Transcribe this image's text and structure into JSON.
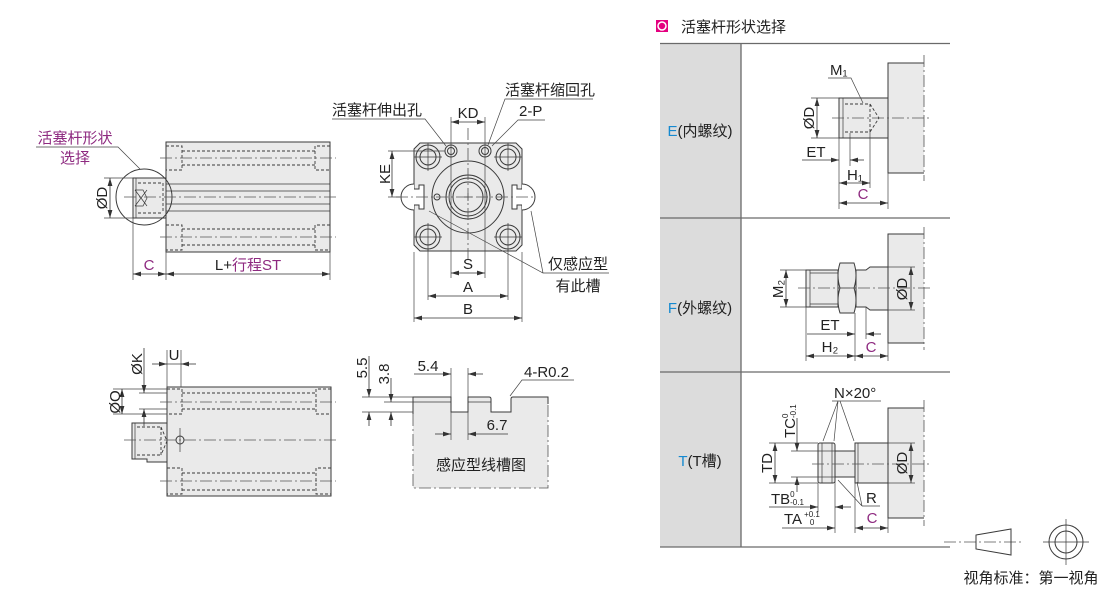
{
  "colors": {
    "accent_purple": "#8e2a80",
    "code_blue": "#1589d0",
    "section_marker": "#e4007f",
    "part_fill": "#eaeaea",
    "table_label_fill": "#dcdcdc"
  },
  "side_view": {
    "callout": [
      "活塞杆形状",
      "选择"
    ],
    "rod_diameter": "ØD",
    "rod_length": "C",
    "body_length": {
      "prefix": "L+",
      "stroke": "行程ST"
    }
  },
  "front_view": {
    "extend_port": "活塞杆伸出孔",
    "retract_port": "活塞杆缩回孔",
    "port_pitch": "KD",
    "port_spec": "2-P",
    "port_offset": "KE",
    "inner_pitch": "S",
    "mount_pitch": "A",
    "body_width": "B",
    "sensor_note": [
      "仅感应型",
      "有此槽"
    ]
  },
  "bottom_view": {
    "port_diameter": "ØK",
    "counterbore": "ØQ",
    "port_position": "U"
  },
  "sensor_slot": {
    "title": "感应型线槽图",
    "depth_total": "5.5",
    "depth_lip": "3.8",
    "opening_width": "5.4",
    "slot_width": "6.7",
    "corner_radius": "4-R0.2"
  },
  "rod_shape_table": {
    "title": "活塞杆形状选择",
    "rows": [
      {
        "code": "E",
        "name": "(内螺纹)",
        "thread": "M₁",
        "diameter": "ØD",
        "et": "ET",
        "thread_depth": "H₁",
        "c": "C"
      },
      {
        "code": "F",
        "name": "(外螺纹)",
        "thread": "M₂",
        "diameter": "ØD",
        "et": "ET",
        "thread_length": "H₂",
        "c": "C"
      },
      {
        "code": "T",
        "name": "(T槽)",
        "chamfer": "N×20°",
        "tc": {
          "label": "TC",
          "upper": "0",
          "lower": "-0.1"
        },
        "td": "TD",
        "diameter": "ØD",
        "tb": {
          "label": "TB",
          "upper": "0",
          "lower": "-0.1"
        },
        "ta": {
          "label": "TA",
          "upper": "+0.1",
          "lower": "0"
        },
        "radius": "R",
        "c": "C"
      }
    ]
  },
  "projection": {
    "label": "视角标准：第一视角"
  }
}
